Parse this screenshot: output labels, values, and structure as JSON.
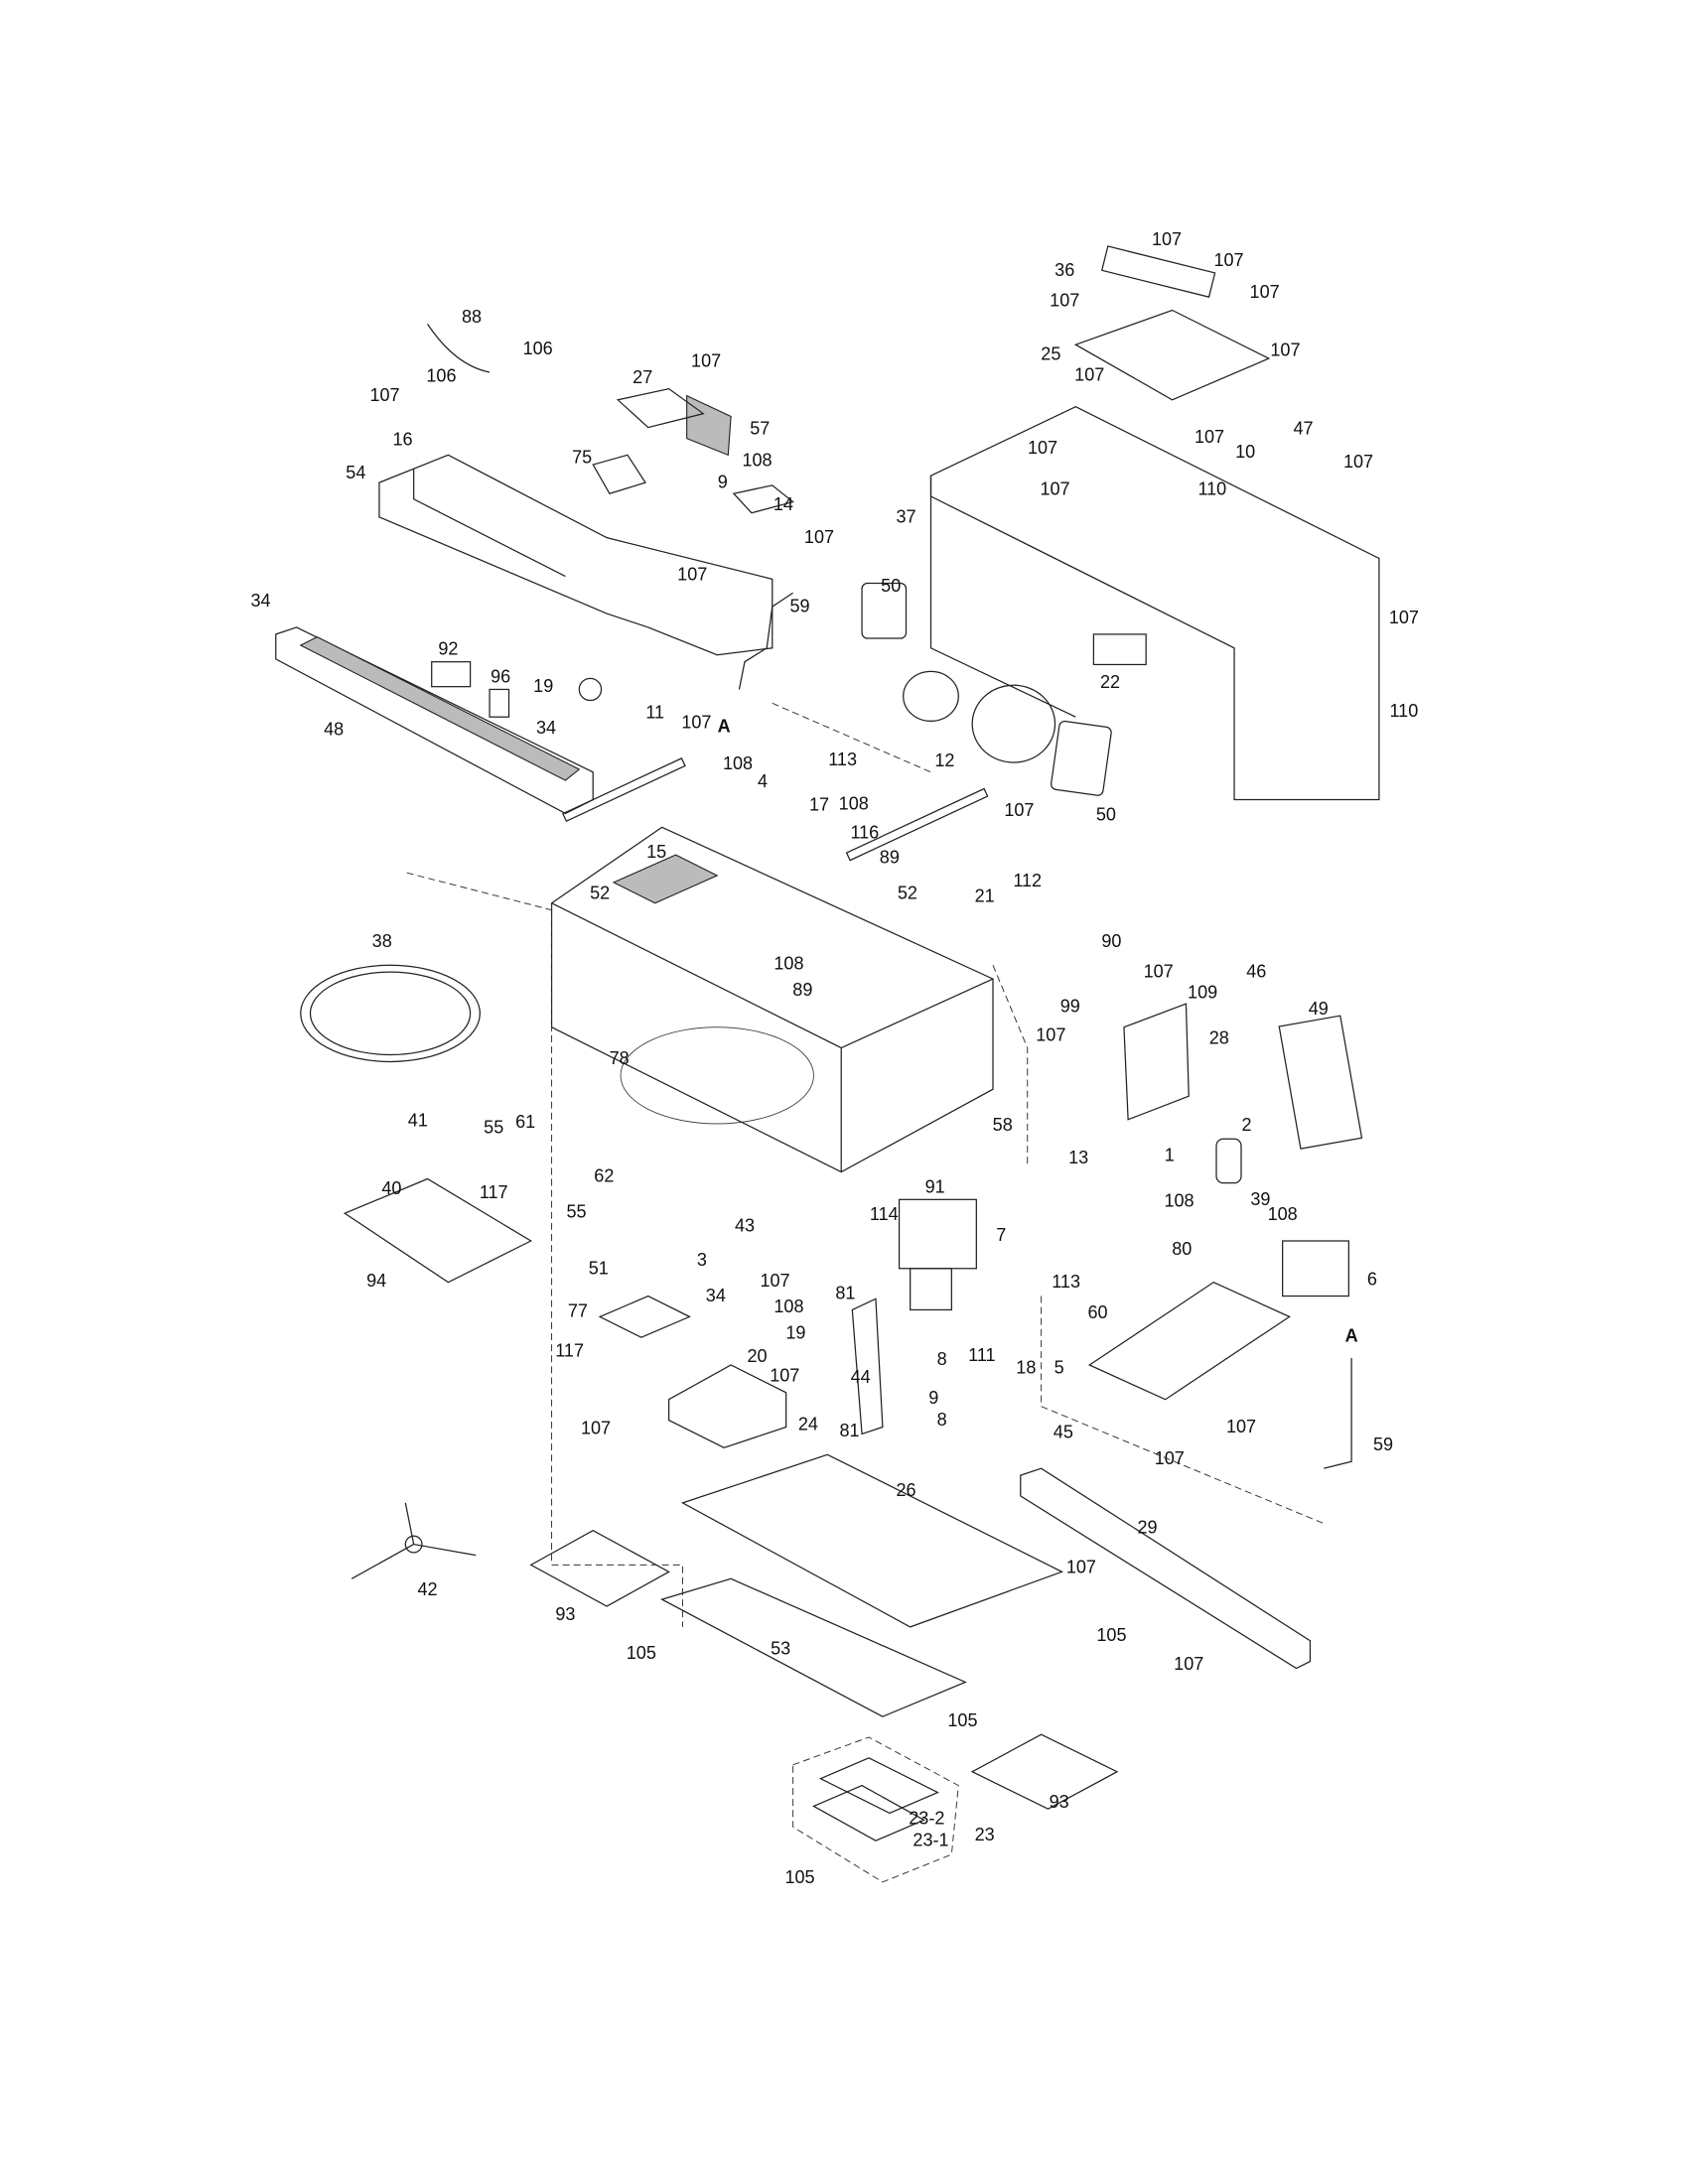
{
  "diagram": {
    "type": "exploded-parts-diagram",
    "section_marker": "A",
    "part_labels": [
      "107",
      "107",
      "36",
      "107",
      "107",
      "25",
      "107",
      "107",
      "47",
      "107",
      "107",
      "10",
      "107",
      "107",
      "110",
      "37",
      "107",
      "50",
      "22",
      "110",
      "12",
      "50",
      "107",
      "88",
      "106",
      "106",
      "107",
      "107",
      "27",
      "57",
      "16",
      "54",
      "75",
      "108",
      "9",
      "14",
      "107",
      "107",
      "59",
      "34",
      "92",
      "96",
      "19",
      "11",
      "48",
      "34",
      "A",
      "107",
      "108",
      "113",
      "4",
      "17",
      "108",
      "116",
      "89",
      "15",
      "52",
      "52",
      "21",
      "112",
      "90",
      "38",
      "108",
      "89",
      "107",
      "46",
      "109",
      "99",
      "49",
      "28",
      "107",
      "41",
      "55",
      "61",
      "78",
      "58",
      "13",
      "2",
      "1",
      "39",
      "40",
      "117",
      "62",
      "55",
      "91",
      "114",
      "108",
      "108",
      "7",
      "43",
      "3",
      "107",
      "94",
      "51",
      "80",
      "6",
      "117",
      "77",
      "34",
      "108",
      "19",
      "20",
      "81",
      "113",
      "60",
      "18",
      "5",
      "44",
      "8",
      "111",
      "A",
      "9",
      "8",
      "107",
      "24",
      "81",
      "107",
      "107",
      "107",
      "45",
      "59",
      "26",
      "29",
      "107",
      "42",
      "93",
      "53",
      "105",
      "105",
      "107",
      "105",
      "93",
      "23-2",
      "23-1",
      "23",
      "105"
    ]
  }
}
